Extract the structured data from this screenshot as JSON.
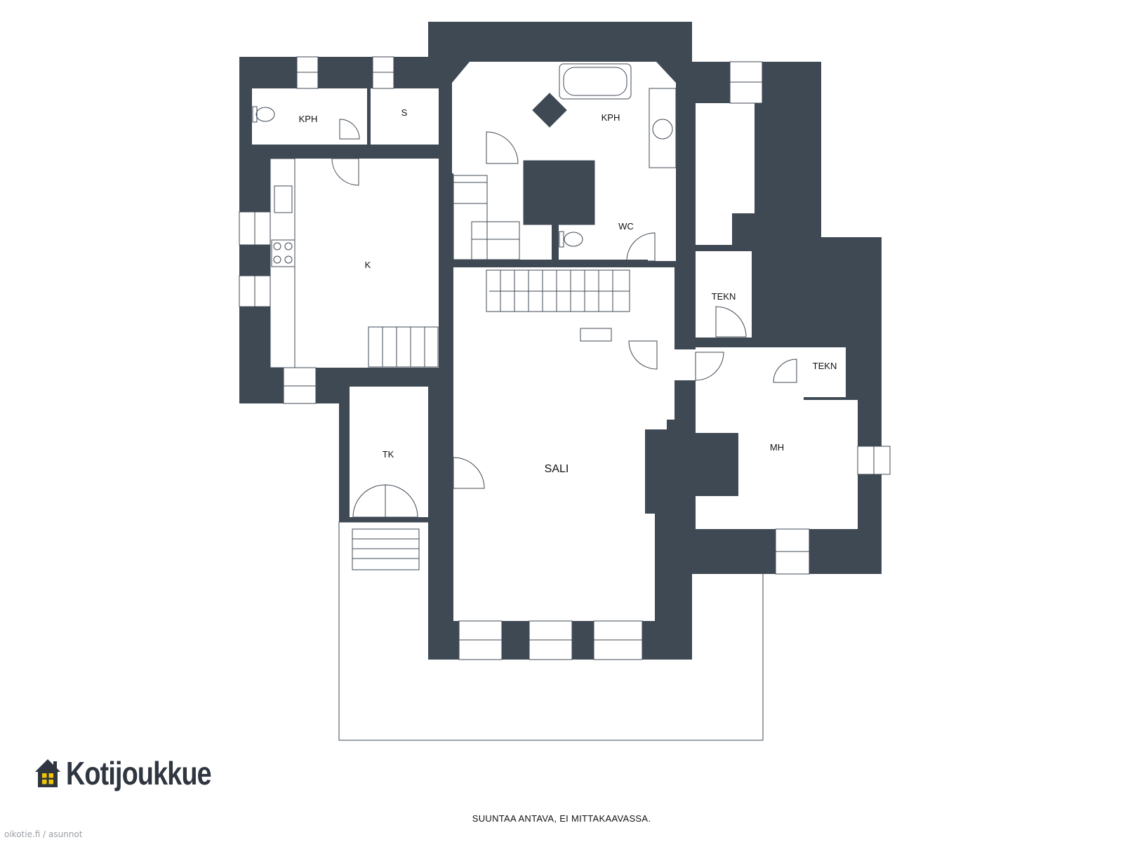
{
  "colors": {
    "wall": "#3f4954",
    "floor": "#ffffff",
    "line": "#3f4954",
    "logo_window": "#f2c500"
  },
  "rooms": {
    "kph_small": "KPH",
    "s": "S",
    "kph_main": "KPH",
    "wc": "WC",
    "k": "K",
    "tekn_upper": "TEKN",
    "tekn_lower": "TEKN",
    "tk": "TK",
    "sali": "SALI",
    "mh": "MH"
  },
  "brand": {
    "name": "Kotijoukkue",
    "icon": "house-icon"
  },
  "footer": {
    "disclaimer": "SUUNTAA ANTAVA, EI MITTAKAAVASSA.",
    "watermark": "oikotie.fi / asunnot"
  }
}
